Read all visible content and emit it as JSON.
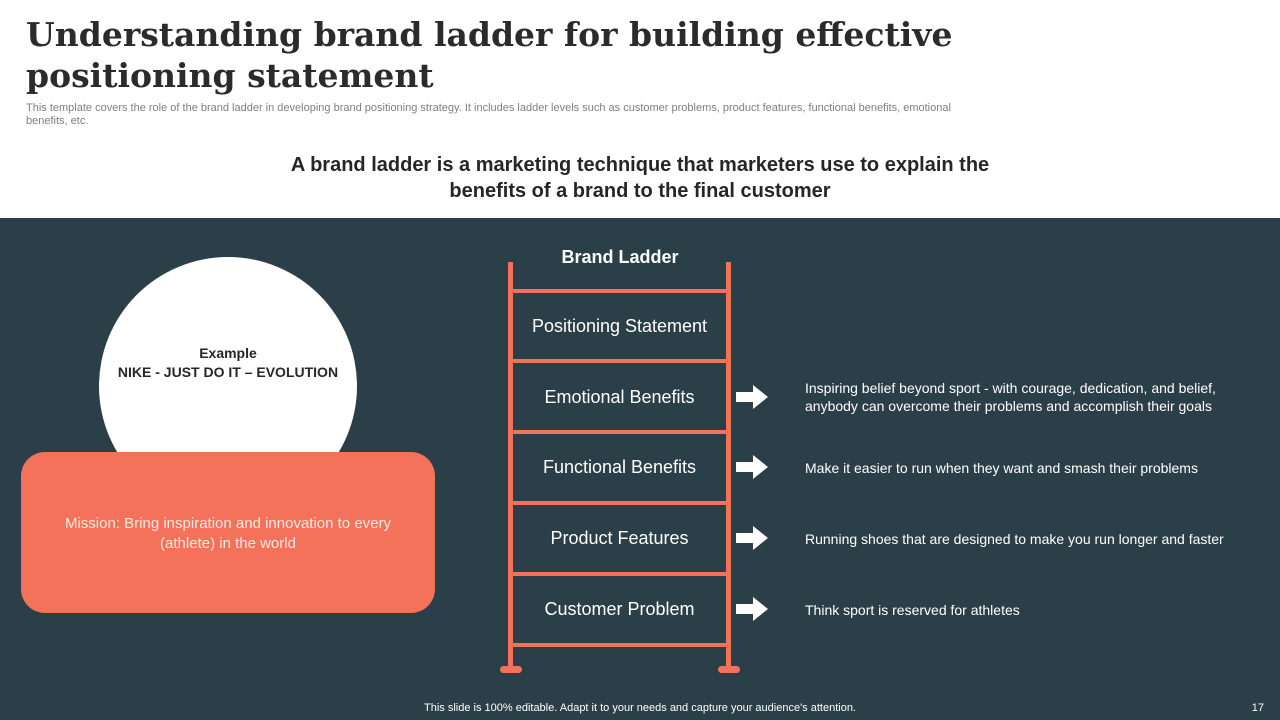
{
  "slide": {
    "title": "Understanding brand ladder for building effective positioning statement",
    "subtitle": "This template covers the role of the brand ladder in developing brand positioning strategy. It includes ladder levels such as customer problems, product features, functional benefits, emotional benefits, etc.",
    "headline": "A brand ladder is a marketing technique that marketers use to explain the benefits of a brand to the final customer",
    "footer": "This slide is 100% editable. Adapt it to your needs and capture your audience's attention.",
    "page_number": "17"
  },
  "example": {
    "label": "Example",
    "name": "NIKE - JUST DO IT – EVOLUTION"
  },
  "mission": {
    "text": "Mission: Bring inspiration and innovation to every (athlete) in the world"
  },
  "ladder": {
    "title": "Brand Ladder",
    "steps": [
      {
        "label": "Positioning Statement",
        "description": ""
      },
      {
        "label": "Emotional Benefits",
        "description": "Inspiring belief beyond sport - with courage, dedication, and belief, anybody can overcome their problems and accomplish their goals"
      },
      {
        "label": "Functional Benefits",
        "description": "Make it easier to run when they want and smash their problems"
      },
      {
        "label": "Product Features",
        "description": "Running shoes that are designed to make you run longer and faster"
      },
      {
        "label": "Customer Problem",
        "description": "Think sport is reserved for athletes"
      }
    ]
  },
  "colors": {
    "panel": "#2b3f48",
    "accent": "#f4725a",
    "circle": "#ffffff",
    "text_dark": "#2b2b2b"
  },
  "icons": {
    "step_arrow": "right-arrow-icon"
  }
}
